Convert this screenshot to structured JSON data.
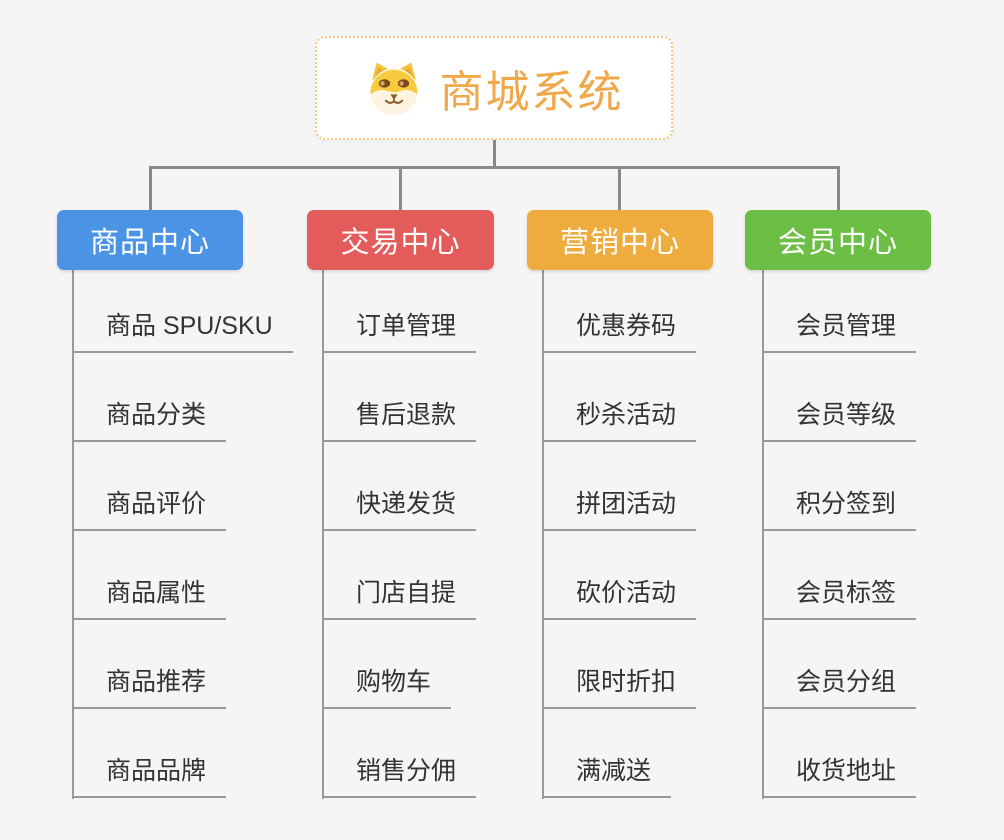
{
  "root": {
    "title": "商城系统",
    "icon": "dog-face-icon"
  },
  "branches": [
    {
      "label": "商品中心",
      "color": "#4B94E5",
      "items": [
        "商品 SPU/SKU",
        "商品分类",
        "商品评价",
        "商品属性",
        "商品推荐",
        "商品品牌"
      ]
    },
    {
      "label": "交易中心",
      "color": "#E45B5B",
      "items": [
        "订单管理",
        "售后退款",
        "快递发货",
        "门店自提",
        "购物车",
        "销售分佣"
      ]
    },
    {
      "label": "营销中心",
      "color": "#EFAC3E",
      "items": [
        "优惠券码",
        "秒杀活动",
        "拼团活动",
        "砍价活动",
        "限时折扣",
        "满减送"
      ]
    },
    {
      "label": "会员中心",
      "color": "#6CBE44",
      "items": [
        "会员管理",
        "会员等级",
        "积分签到",
        "会员标签",
        "会员分组",
        "收货地址"
      ]
    }
  ],
  "colors": {
    "background": "#F5F5F5",
    "root_title": "#F0A84A",
    "root_border": "#F5C87D",
    "connector": "#8A8A8A",
    "item_underline": "#999999",
    "item_text": "#333333"
  }
}
